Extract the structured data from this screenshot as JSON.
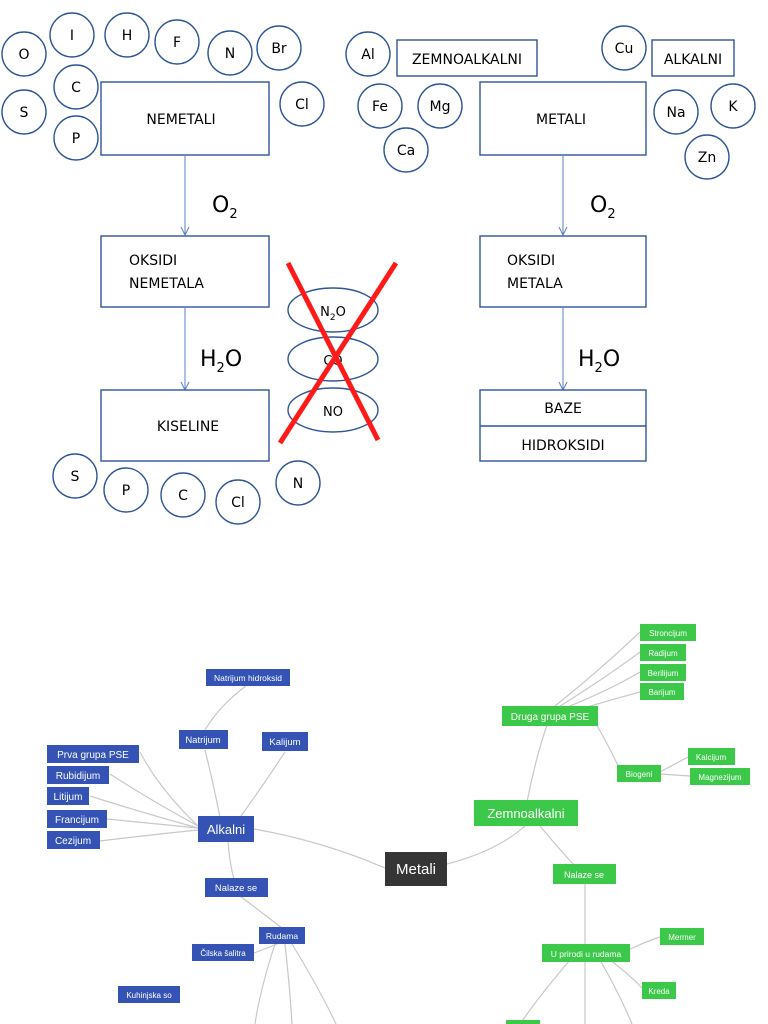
{
  "top": {
    "left_circles": [
      "O",
      "I",
      "H",
      "F",
      "N",
      "Br",
      "C",
      "S",
      "P",
      "Cl"
    ],
    "nemetali": "NEMETALI",
    "oksidi_nemetala_1": "OKSIDI",
    "oksidi_nemetala_2": "NEMETALA",
    "kiseline": "KISELINE",
    "bottom_circles": [
      "S",
      "P",
      "C",
      "Cl",
      "N"
    ],
    "o2_main": "O",
    "o2_sub": "2",
    "h2o_main_a": "H",
    "h2o_sub": "2",
    "h2o_main_b": "O",
    "crossed": [
      {
        "main": "N",
        "sub": "2",
        "rest": "O"
      },
      {
        "main": "CO",
        "sub": "",
        "rest": ""
      },
      {
        "main": "NO",
        "sub": "",
        "rest": ""
      }
    ],
    "right_circles": [
      "Al",
      "Fe",
      "Mg",
      "Ca",
      "Cu",
      "Na",
      "K",
      "Zn"
    ],
    "zemnoalkalni": "ZEMNOALKALNI",
    "alkalni": "ALKALNI",
    "metali": "METALI",
    "oksidi_metala_1": "OKSIDI",
    "oksidi_metala_2": "METALA",
    "baze": "BAZE",
    "hidroksidi": "HIDROKSIDI",
    "cross_color": "#ff1a1a",
    "stroke_color": "#2f5597"
  },
  "mindmap": {
    "center": "Metali",
    "blue": "#3453b5",
    "green": "#3cc94a",
    "dark": "#353535",
    "alkalni": "Alkalni",
    "natrijum_hidroksid": "Natrijum hidroksid",
    "natrijum": "Natrijum",
    "kalijum": "Kalijum",
    "prva_grupa": "Prva grupa PSE",
    "rubidijum": "Rubidijum",
    "litijum": "Litijum",
    "francijum": "Francijum",
    "cezijum": "Cezijum",
    "nalaze_se_a": "Nalaze  se",
    "rudama": "Rudama",
    "cilska": "Čilska šalitra",
    "kuhinjska": "Kuhinjska so",
    "zemnoalkalni": "Zemnoalkalni",
    "druga_grupa": "Druga grupa PSE",
    "stroncijum": "Stroncijum",
    "radijum": "Radijum",
    "berilijum": "Berilijum",
    "barijum": "Barijum",
    "biogeni": "Biogeni",
    "kalcijum": "Kalcijum",
    "magnezijum": "Magnezijum",
    "nalaze_se_g": "Nalaze se",
    "u_prirodi": "U prirodi u rudama",
    "mermer": "Mermer",
    "kreda": "Kreda"
  }
}
